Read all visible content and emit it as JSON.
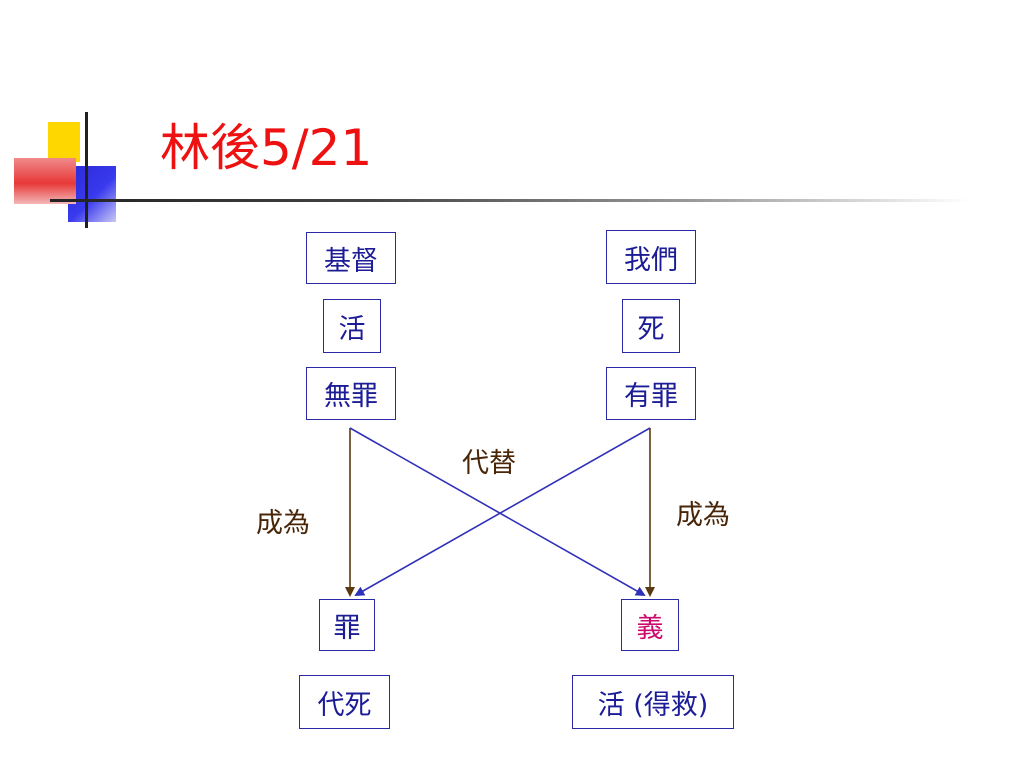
{
  "slide": {
    "title": "林後5/21"
  },
  "diagram": {
    "left_column": {
      "top": "基督",
      "state": "活",
      "status": "無罪",
      "result": "罪",
      "outcome": "代死"
    },
    "right_column": {
      "top": "我們",
      "state": "死",
      "status": "有罪",
      "result": "義",
      "outcome": "活 (得救)"
    },
    "labels": {
      "left_become": "成為",
      "right_become": "成為",
      "substitute": "代替"
    },
    "colors": {
      "title": "#ee1111",
      "box_text": "#1c1c96",
      "box_border": "#2a2aa8",
      "highlight_text": "#cc0a6e",
      "vertical_arrow": "#5a3a10",
      "cross_line": "#3030b8"
    }
  }
}
